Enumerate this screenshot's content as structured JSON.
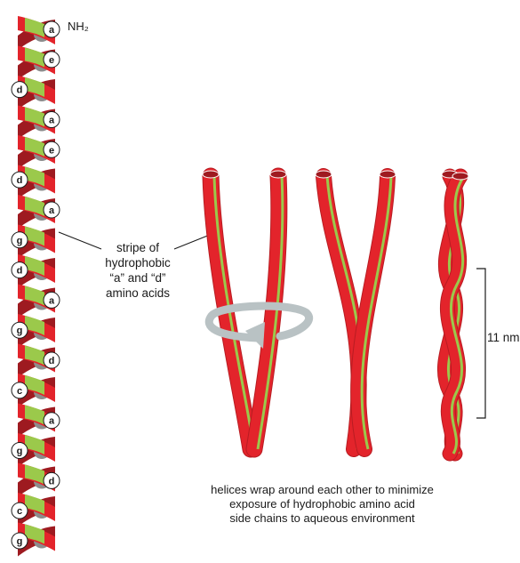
{
  "helix": {
    "terminus_label": "NH₂",
    "residue_labels": [
      {
        "letter": "a",
        "side": "right"
      },
      {
        "letter": "e",
        "side": "right"
      },
      {
        "letter": "d",
        "side": "left"
      },
      {
        "letter": "a",
        "side": "right"
      },
      {
        "letter": "e",
        "side": "right"
      },
      {
        "letter": "d",
        "side": "left"
      },
      {
        "letter": "a",
        "side": "right"
      },
      {
        "letter": "g",
        "side": "left"
      },
      {
        "letter": "d",
        "side": "left"
      },
      {
        "letter": "a",
        "side": "right"
      },
      {
        "letter": "g",
        "side": "left"
      },
      {
        "letter": "d",
        "side": "right"
      },
      {
        "letter": "c",
        "side": "left"
      },
      {
        "letter": "a",
        "side": "right"
      },
      {
        "letter": "g",
        "side": "left"
      },
      {
        "letter": "d",
        "side": "right"
      },
      {
        "letter": "c",
        "side": "left"
      },
      {
        "letter": "g",
        "side": "left"
      }
    ]
  },
  "annotations": {
    "stripe_label": [
      "stripe of",
      "hydrophobic",
      "“a” and “d”",
      "amino acids"
    ],
    "scale_label": "11 nm",
    "caption": [
      "helices wrap around each other to minimize",
      "exposure of hydrophobic amino acid",
      "side chains to aqueous environment"
    ]
  },
  "colors": {
    "helix_red": "#e3242b",
    "helix_dark_red": "#9e1a20",
    "stripe_green": "#9bc94b",
    "hydrophobic_gray": "#8c8c8c",
    "arrow_gray": "#b9c2c4"
  }
}
